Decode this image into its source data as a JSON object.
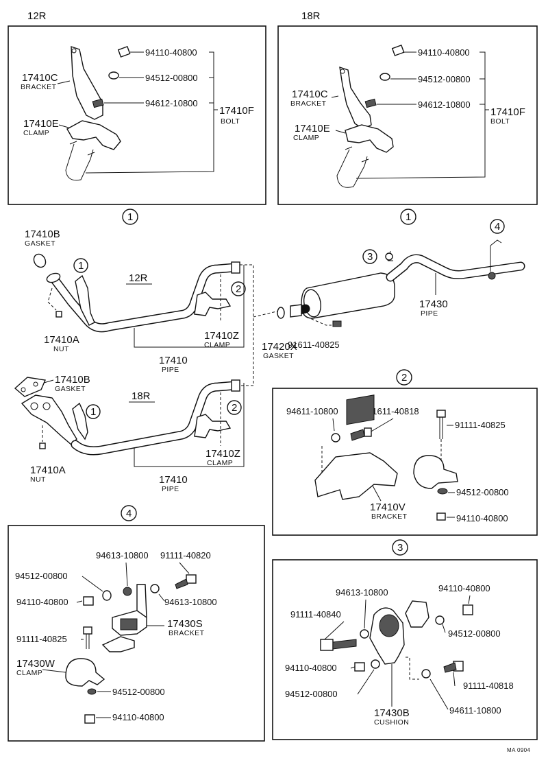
{
  "boxes": {
    "r12_label": "12R",
    "r18_label": "18R",
    "circle_1": "1",
    "circle_2": "2",
    "circle_3": "3",
    "circle_4": "4"
  },
  "inset_12r": {
    "bracket_code": "17410C",
    "bracket_name": "BRACKET",
    "clamp_code": "17410E",
    "clamp_name": "CLAMP",
    "nut": "94110-40800",
    "washer": "94512-00800",
    "bolt_part": "94612-10800",
    "bolt_code": "17410F",
    "bolt_name": "BOLT"
  },
  "inset_18r": {
    "bracket_code": "17410C",
    "bracket_name": "BRACKET",
    "clamp_code": "17410E",
    "clamp_name": "CLAMP",
    "nut": "94110-40800",
    "washer": "94512-00800",
    "bolt_part": "94612-10800",
    "bolt_code": "17410F",
    "bolt_name": "BOLT"
  },
  "main": {
    "gasket_top_code": "17410B",
    "gasket_top_name": "GASKET",
    "model_12r": "12R",
    "nut_12r_code": "17410A",
    "nut_12r_name": "NUT",
    "pipe_12r_code": "17410",
    "pipe_12r_name": "PIPE",
    "clamp_12r_code": "17410Z",
    "clamp_12r_name": "CLAMP",
    "gasket_18r_code": "17410B",
    "gasket_18r_name": "GASKET",
    "model_18r": "18R",
    "nut_18r_code": "17410A",
    "nut_18r_name": "NUT",
    "pipe_18r_code": "17410",
    "pipe_18r_name": "PIPE",
    "clamp_18r_code": "17410Z",
    "clamp_18r_name": "CLAMP",
    "gasket_x_code": "17420X",
    "gasket_x_name": "GASKET",
    "bolt_91611": "91611-40825",
    "tail_code": "17430",
    "tail_name": "PIPE"
  },
  "detail2": {
    "washer_94611": "94611-10800",
    "bolt_91611": "91611-40818",
    "bolt_91111": "91111-40825",
    "washer_94512": "94512-00800",
    "nut_94110": "94110-40800",
    "bracket_code": "17410V",
    "bracket_name": "BRACKET"
  },
  "detail4": {
    "washer_94613": "94613-10800",
    "bolt_91111_820": "91111-40820",
    "washer_94512_a": "94512-00800",
    "nut_94110_a": "94110-40800",
    "washer_94613_b": "94613-10800",
    "bolt_91111_825": "91111-40825",
    "bracket_code": "17430S",
    "bracket_name": "BRACKET",
    "clamp_code": "17430W",
    "clamp_name": "CLAMP",
    "washer_94512_b": "94512-00800",
    "nut_94110_b": "94110-40800"
  },
  "detail3": {
    "washer_94613": "94613-10800",
    "nut_94110_a": "94110-40800",
    "bolt_91111_840": "91111-40840",
    "washer_94512_a": "94512-00800",
    "nut_94110_b": "94110-40800",
    "bolt_91111_818": "91111-40818",
    "washer_94512_b": "94512-00800",
    "washer_94611": "94611-10800",
    "cushion_code": "17430B",
    "cushion_name": "CUSHION"
  },
  "footer": {
    "code": "MA 0904"
  }
}
